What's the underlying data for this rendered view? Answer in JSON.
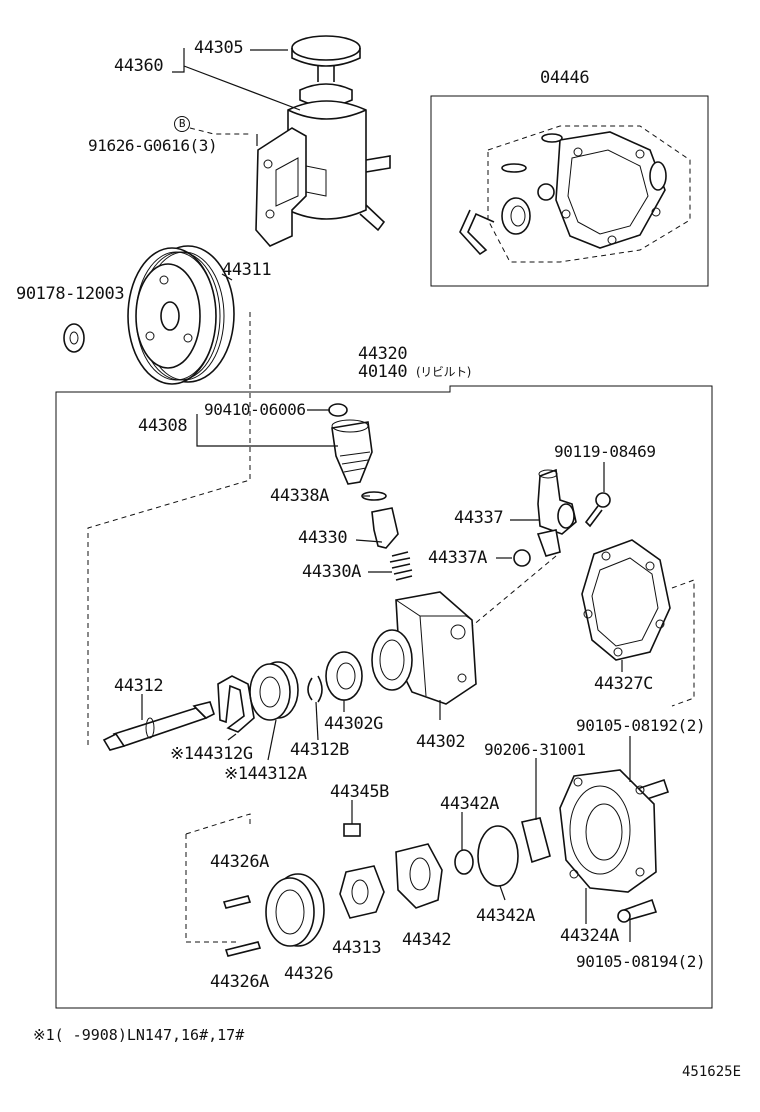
{
  "parts": {
    "p44305": "44305",
    "p44360": "44360",
    "p91626": "91626-G0616(3)",
    "b_marker": "B",
    "p04446": "04446",
    "p44311": "44311",
    "p90178": "90178-12003",
    "p44320": "44320",
    "p40140": "40140",
    "p40140_note": "(リビルト)",
    "p90410": "90410-06006",
    "p44308": "44308",
    "p90119": "90119-08469",
    "p44338A": "44338A",
    "p44337": "44337",
    "p44330": "44330",
    "p44337A": "44337A",
    "p44330A": "44330A",
    "p44327C": "44327C",
    "p44312": "44312",
    "p44312G": "※144312G",
    "p44312B": "44312B",
    "p44302G": "44302G",
    "p44302": "44302",
    "p90105a": "90105-08192(2)",
    "p44312A": "※144312A",
    "p90206": "90206-31001",
    "p44345B": "44345B",
    "p44342A_1": "44342A",
    "p44326A_1": "44326A",
    "p44342A_2": "44342A",
    "p44313": "44313",
    "p44342": "44342",
    "p44324A": "44324A",
    "p44326": "44326",
    "p90105b": "90105-08194(2)",
    "p44326A_2": "44326A"
  },
  "footnote": "※1(     -9908)LN147,16#,17#",
  "diagram_code": "451625E"
}
